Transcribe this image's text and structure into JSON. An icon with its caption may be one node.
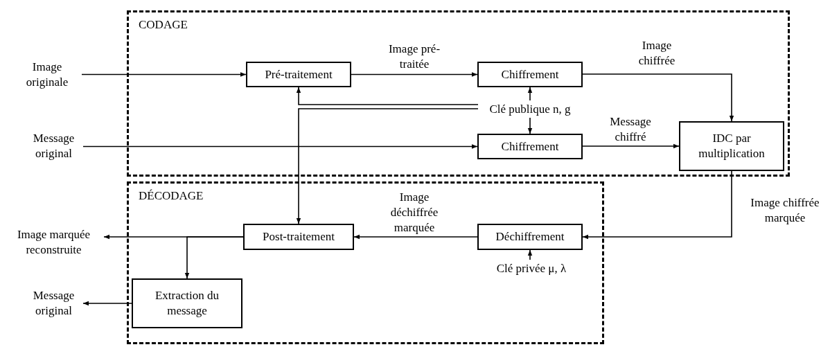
{
  "diagram": {
    "nodes": [
      {
        "text": [
          "CODAGE"
        ]
      },
      {
        "text": [
          "DÉCODAGE"
        ]
      },
      {
        "text": [
          "Image originale"
        ]
      },
      {
        "text": [
          "Pré-traitement"
        ],
        "in": 0
      },
      {
        "text": [
          "Chiffrement"
        ],
        "in": 0
      },
      {
        "text": [
          "Clé publique n, g"
        ],
        "in": 0
      },
      {
        "text": [
          "Message original"
        ]
      },
      {
        "text": [
          "Chiffrement"
        ],
        "in": 0
      },
      {
        "text": [
          "IDC par multiplication"
        ],
        "in": 0
      },
      {
        "text": [
          "Post-traitement"
        ],
        "in": 1
      },
      {
        "text": [
          "Déchiffrement"
        ],
        "in": 1
      },
      {
        "text": [
          "Clé privée μ, λ"
        ],
        "in": 1
      },
      {
        "text": [
          "Image marquée reconstruite"
        ]
      },
      {
        "text": [
          "Extraction du message"
        ],
        "in": 1
      },
      {
        "text": [
          "Message original"
        ]
      }
    ],
    "edges": [
      {
        "from": 2,
        "to": 3,
        "arrow": "to"
      },
      {
        "from": 3,
        "to": 4,
        "arrow": "to",
        "label": "Image pré-traitée"
      },
      {
        "from": 4,
        "to": 8,
        "arrow": "to",
        "label": "Image chiffrée"
      },
      {
        "from": 5,
        "to": 4,
        "arrow": "to"
      },
      {
        "from": 5,
        "to": 7,
        "arrow": "to"
      },
      {
        "from": 5,
        "to": 3,
        "arrow": "to"
      },
      {
        "from": 5,
        "to": 9,
        "arrow": "to"
      },
      {
        "from": 6,
        "to": 7,
        "arrow": "to"
      },
      {
        "from": 7,
        "to": 8,
        "arrow": "to",
        "label": "Message chiffré"
      },
      {
        "from": 8,
        "to": 10,
        "arrow": "to",
        "label": "Image chiffrée marquée"
      },
      {
        "from": 10,
        "to": 9,
        "arrow": "to",
        "label": "Image déchiffrée marquée"
      },
      {
        "from": 9,
        "to": 12,
        "arrow": "to"
      },
      {
        "from": 9,
        "to": 13,
        "arrow": "to"
      },
      {
        "from": 13,
        "to": 14,
        "arrow": "to"
      },
      {
        "from": 11,
        "to": 10,
        "arrow": "to"
      }
    ]
  }
}
